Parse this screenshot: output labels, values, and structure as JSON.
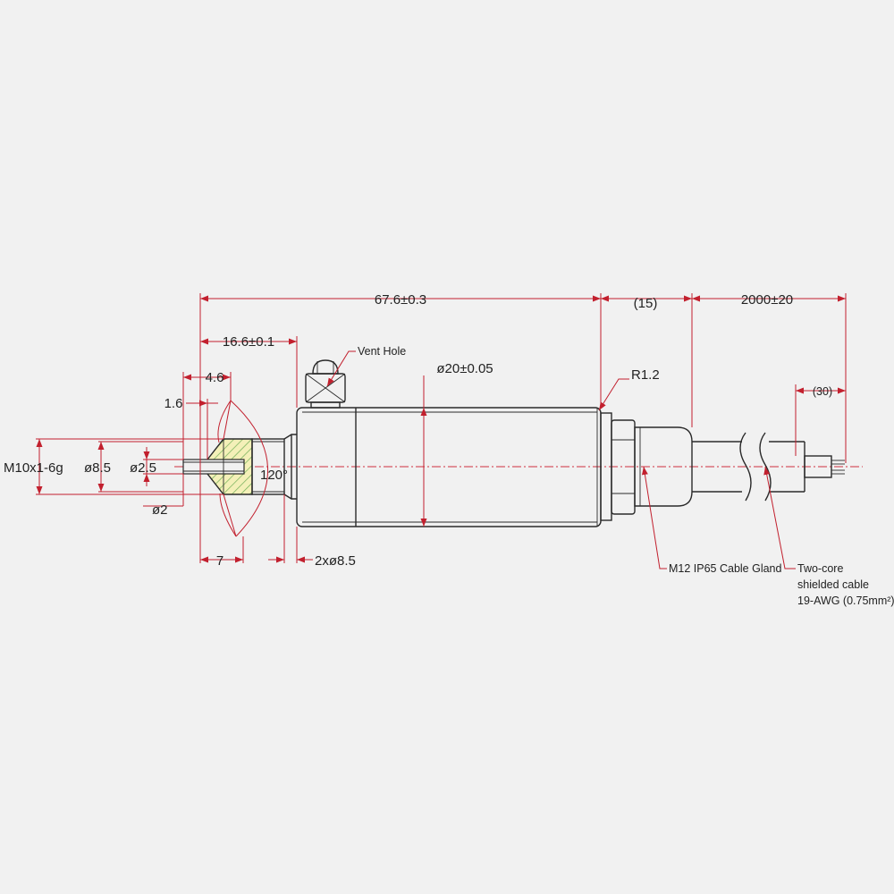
{
  "colors": {
    "background": "#f1f1f1",
    "outline": "#2a2a2a",
    "dimension": "#c2202e",
    "hatch_fill": "#f4f0b8",
    "hatch_line": "#6fae57"
  },
  "dimensions": {
    "total_length": "67.6±0.3",
    "gland_length": "(15)",
    "cable_length": "2000±20",
    "wire_strip": "(30)",
    "thread_length": "16.6±0.1",
    "tip_length": "4.6",
    "tip_step": "1.6",
    "thread": "M10x1-6g",
    "dia_8_5": "ø8.5",
    "dia_2_5": "ø2.5",
    "dia_2": "ø2",
    "cone_angle": "120°",
    "seat_length": "7",
    "flats": "2xø8.5",
    "body_dia": "ø20±0.05",
    "radius": "R1.2"
  },
  "labels": {
    "vent_hole": "Vent Hole",
    "cable_gland": "M12 IP65 Cable Gland",
    "cable_line1": "Two-core",
    "cable_line2": "shielded cable",
    "cable_line3": "19-AWG (0.75mm²)"
  }
}
